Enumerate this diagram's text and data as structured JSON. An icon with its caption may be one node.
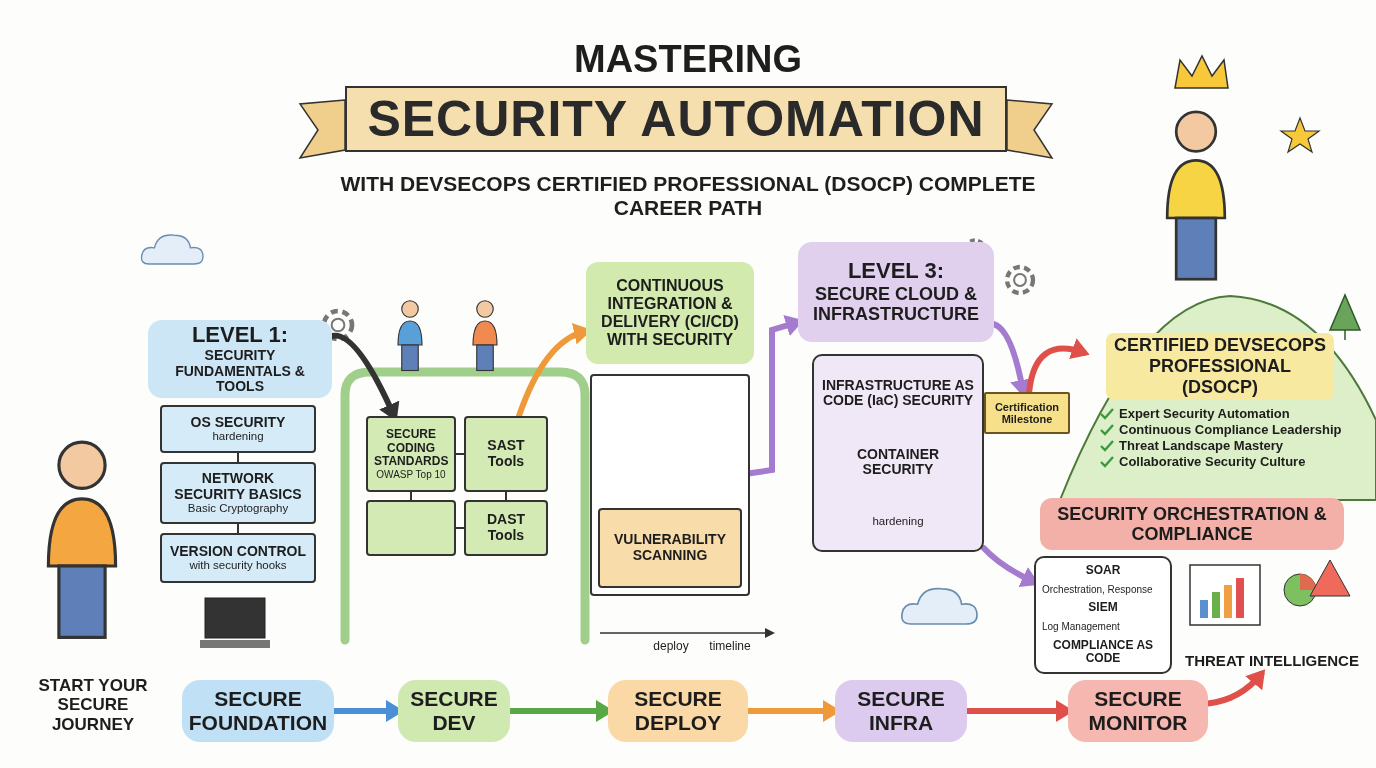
{
  "diagram": {
    "title": "SECURITY AUTOMATION",
    "nodes": [
      {
        "text": [
          "START YOUR SECURE JOURNEY"
        ]
      },
      {
        "text": [
          "SECURE FOUNDATION"
        ]
      },
      {
        "text": [
          "SECURE DEV"
        ]
      },
      {
        "text": [
          "SECURE DEPLOY"
        ]
      },
      {
        "text": [
          "SECURE INFRA"
        ]
      },
      {
        "text": [
          "SECURE MONITOR"
        ]
      },
      {
        "text": [
          "LEVEL 1:",
          "SECURITY FUNDAMENTALS & TOOLS"
        ]
      },
      {
        "text": [
          "OS SECURITY",
          "hardening"
        ]
      },
      {
        "text": [
          "NETWORK SECURITY BASICS",
          "Basic Cryptography"
        ]
      },
      {
        "text": [
          "VERSION CONTROL",
          "with security hooks"
        ]
      },
      {
        "text": [
          "SECURE CODING STANDARDS",
          "OWASP Top 10"
        ]
      },
      {
        "text": [
          "SAST Tools"
        ]
      },
      {
        "text": [],
        "shape": "box"
      },
      {
        "text": [
          "DAST Tools"
        ]
      },
      {
        "text": [
          "CONTINUOUS INTEGRATION & DELIVERY (CI/CD) WITH SECURITY"
        ]
      },
      {
        "text": [],
        "shape": "box"
      },
      {
        "text": [
          "VULNERABILITY SCANNING"
        ],
        "in": 15
      },
      {
        "text": [
          "LEVEL 3:",
          "SECURE CLOUD & INFRASTRUCTURE"
        ]
      },
      {
        "text": [
          "INFRASTRUCTURE AS CODE (IaC) SECURITY",
          "CONTAINER SECURITY",
          "hardening"
        ]
      },
      {
        "text": [
          "Certification Milestone"
        ]
      },
      {
        "text": [
          "CERTIFIED DEVSECOPS PROFESSIONAL (DSOCP)",
          "Expert Security Automation",
          "Continuous Compliance Leadership",
          "Threat Landscape Mastery",
          "Collaborative Security Culture"
        ]
      },
      {
        "text": [
          "SECURITY ORCHESTRATION & COMPLIANCE"
        ]
      },
      {
        "text": [
          "SOAR",
          "Orchestration, Response",
          "SIEM",
          "Log Management",
          "COMPLIANCE AS CODE"
        ]
      },
      {
        "text": [
          "THREAT INTELLIGENCE"
        ]
      }
    ],
    "edges": [
      {
        "from": 1,
        "to": 2,
        "arrow": "to",
        "color": "#4a8fd8"
      },
      {
        "from": 2,
        "to": 3,
        "arrow": "to",
        "color": "#58a845"
      },
      {
        "from": 3,
        "to": 4,
        "arrow": "to",
        "color": "#ee9a3a"
      },
      {
        "from": 4,
        "to": 5,
        "arrow": "to",
        "color": "#e0504a"
      },
      {
        "from": 6,
        "to": 10,
        "arrow": "to"
      },
      {
        "from": 11,
        "to": 14,
        "arrow": "to",
        "color": "#ee9a3a"
      },
      {
        "from": 15,
        "to": 17,
        "arrow": "to",
        "color": "#a57bd0"
      },
      {
        "from": 17,
        "to": 19,
        "arrow": "to",
        "color": "#a57bd0"
      },
      {
        "from": 19,
        "to": 20,
        "arrow": "to",
        "color": "#e0504a"
      },
      {
        "from": 18,
        "to": 22,
        "arrow": "to",
        "color": "#a57bd0"
      },
      {
        "from": 5,
        "to": 23,
        "arrow": "to",
        "color": "#e0504a"
      },
      {
        "from": 7,
        "to": 8,
        "arrow": "none"
      },
      {
        "from": 8,
        "to": 9,
        "arrow": "none"
      },
      {
        "from": 10,
        "to": 11,
        "arrow": "none"
      },
      {
        "from": 10,
        "to": 12,
        "arrow": "none"
      },
      {
        "from": 11,
        "to": 13,
        "arrow": "none"
      },
      {
        "from": 12,
        "to": 13,
        "arrow": "none"
      }
    ],
    "labels": [
      "MASTERING",
      "WITH DEVSECOPS CERTIFIED PROFESSIONAL (DSOCP) COMPLETE CAREER PATH",
      "deploy",
      "timeline"
    ]
  }
}
